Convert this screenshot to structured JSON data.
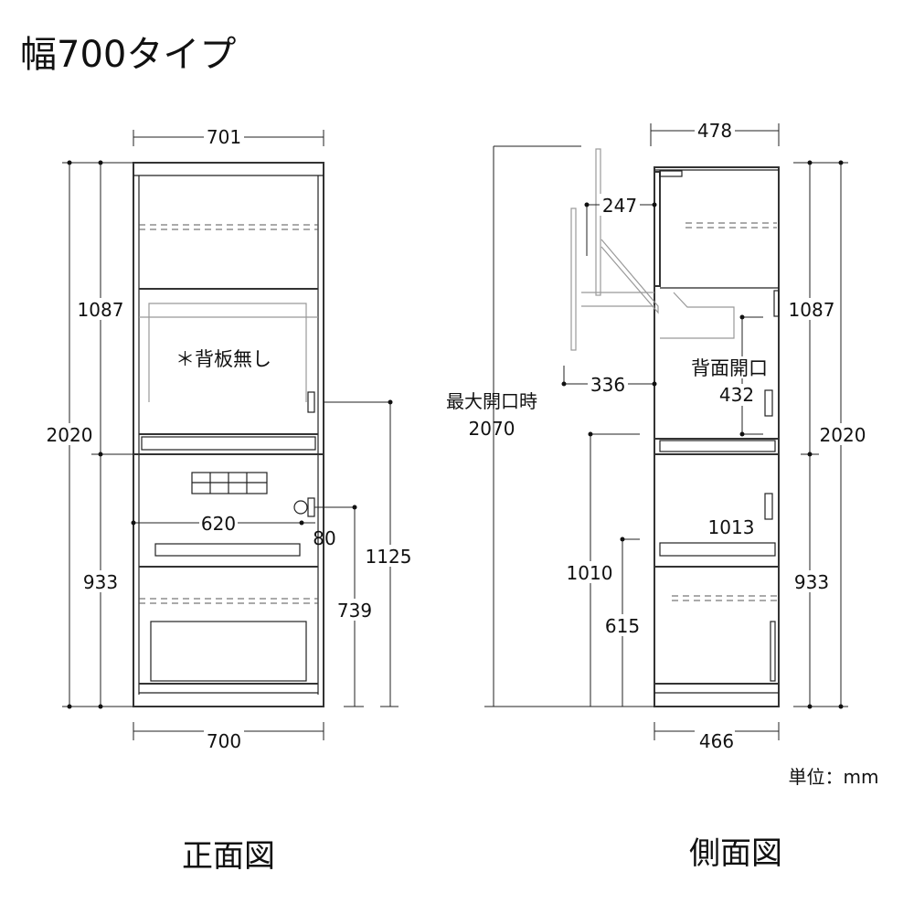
{
  "title": "幅700タイプ",
  "unit_note": "単位：mm",
  "front_view": {
    "caption": "正面図",
    "note": "＊背板無し",
    "dims": {
      "top_width": "701",
      "bottom_width": "700",
      "total_height": "2020",
      "upper_height": "1087",
      "lower_height": "933",
      "outlet_height": "1125",
      "outlet2_height": "739",
      "outlet_x": "620",
      "outlet_w": "80"
    }
  },
  "side_view": {
    "caption": "側面図",
    "max_open_label": "最大開口時",
    "back_open_label": "背面開口",
    "dims": {
      "top_depth": "478",
      "bottom_depth": "466",
      "total_height": "2020",
      "upper_height": "1087",
      "lower_height": "933",
      "max_open_height": "2070",
      "door_proj": "247",
      "door_proj2": "336",
      "back_open": "432",
      "h1013": "1013",
      "h1010": "1010",
      "h615": "615"
    }
  }
}
